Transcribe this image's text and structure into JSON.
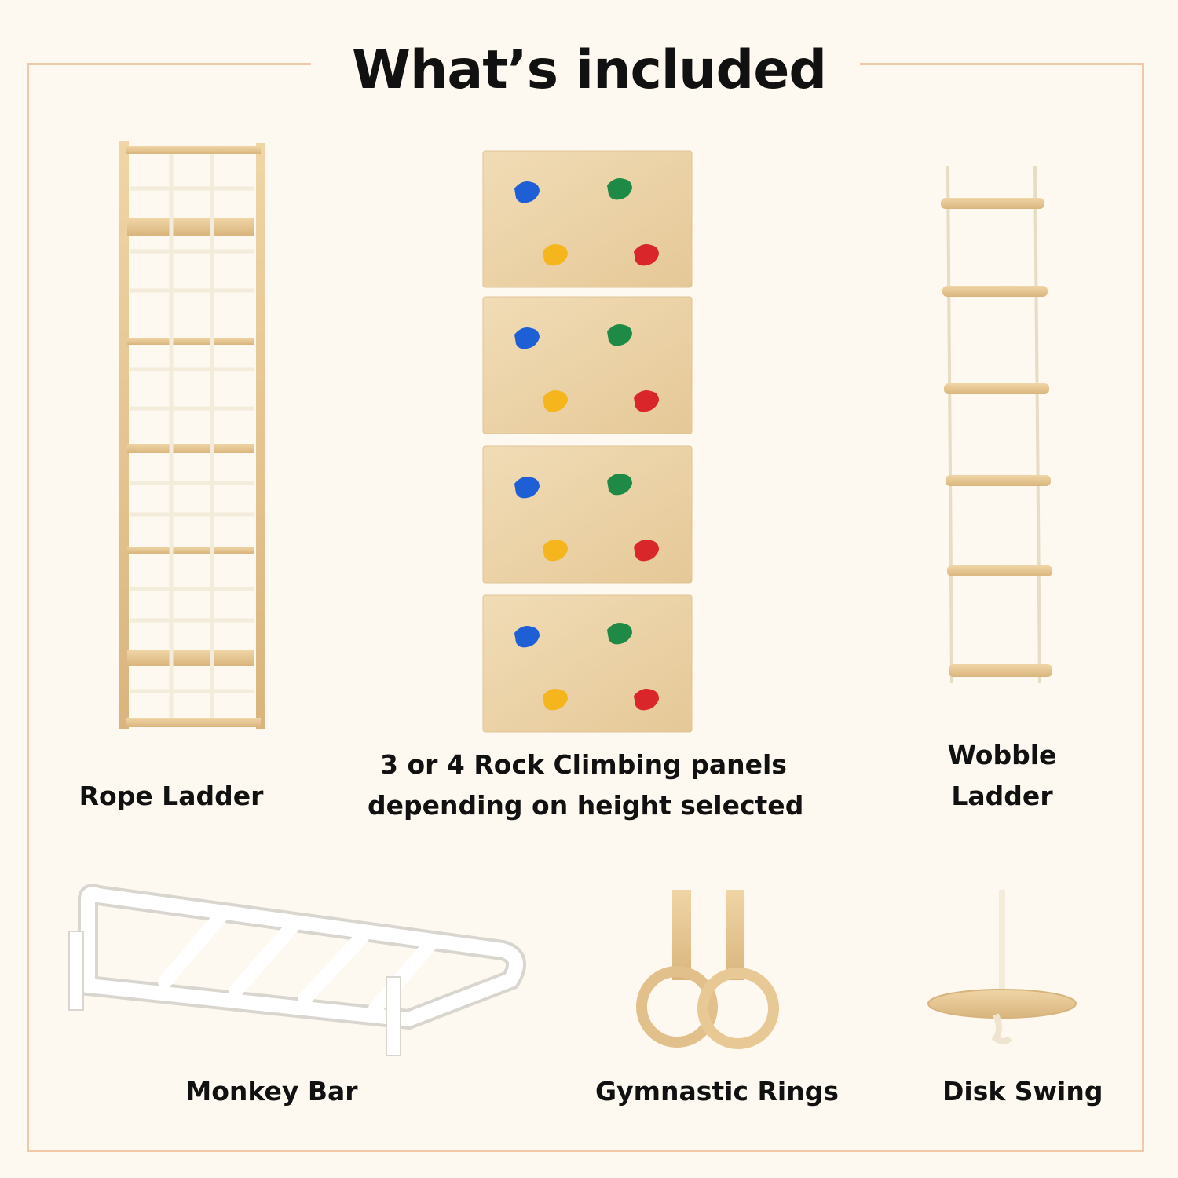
{
  "title": "What’s included",
  "items": {
    "rope_ladder": "Rope Ladder",
    "climbing_panels": [
      "3 or 4 Rock Climbing panels",
      "depending on height selected"
    ],
    "wobble_ladder": [
      "Wobble",
      "Ladder"
    ],
    "monkey_bar": "Monkey Bar",
    "gymnastic_rings": "Gymnastic Rings",
    "disk_swing": "Disk Swing"
  },
  "colors": {
    "background": "#fdf9f0",
    "frame": "#f2c9a8",
    "wood": "#e9cfa1",
    "rope": "#f4ecda",
    "hold_blue": "#1f5fd6",
    "hold_green": "#1f8a45",
    "hold_yellow": "#f5b51c",
    "hold_red": "#d9262a",
    "monkey_bar": "#ffffff"
  }
}
